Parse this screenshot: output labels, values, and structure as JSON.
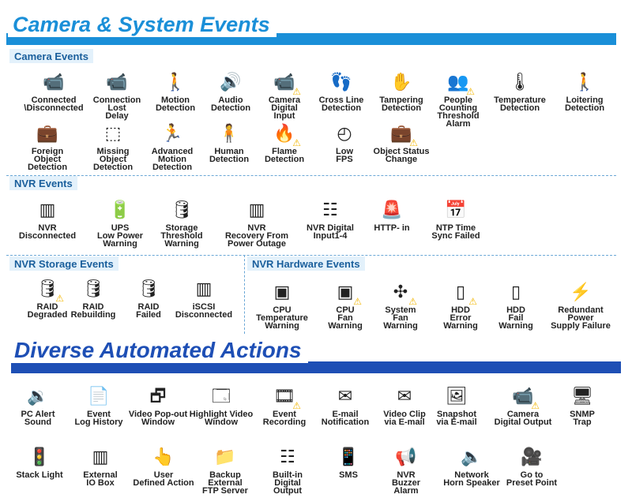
{
  "camera_system": {
    "title": "Camera & System Events",
    "camera_events": {
      "heading": "Camera Events",
      "items": [
        {
          "label": "Connected\n\\Disconnected",
          "icon": "camera-nvr-icon"
        },
        {
          "label": "Connection\nLost\nDelay",
          "icon": "camera-clock-icon"
        },
        {
          "label": "Motion\nDetection",
          "icon": "walking-person-icon"
        },
        {
          "label": "Audio\nDetection",
          "icon": "speaker-icon"
        },
        {
          "label": "Camera\nDigital\nInput",
          "icon": "camera-warning-icon"
        },
        {
          "label": "Cross Line\nDetection",
          "icon": "footprints-icon"
        },
        {
          "label": "Tampering\nDetection",
          "icon": "hand-camera-icon"
        },
        {
          "label": "People\nCounting\nThreshold\nAlarm",
          "icon": "crowd-icon"
        },
        {
          "label": "Temperature\nDetection",
          "icon": "thermometer-icon"
        },
        {
          "label": "Loitering\nDetection",
          "icon": "loitering-icon"
        },
        {
          "label": "Foreign\nObject\nDetection",
          "icon": "briefcase-icon"
        },
        {
          "label": "Missing\nObject\nDetection",
          "icon": "missing-object-icon"
        },
        {
          "label": "Advanced\nMotion\nDetection",
          "icon": "running-person-icon"
        },
        {
          "label": "Human\nDetection",
          "icon": "human-frame-icon"
        },
        {
          "label": "Flame\nDetection",
          "icon": "flame-icon"
        },
        {
          "label": "Low\nFPS",
          "icon": "gauge-icon"
        },
        {
          "label": "Object Status\nChange",
          "icon": "object-tilt-icon"
        }
      ]
    },
    "nvr_events": {
      "heading": "NVR Events",
      "items": [
        {
          "label": "NVR\nDisconnected",
          "icon": "nvr-error-icon"
        },
        {
          "label": "UPS\nLow Power\nWarning",
          "icon": "battery-icon"
        },
        {
          "label": "Storage\nThreshold\nWarning",
          "icon": "database-icon"
        },
        {
          "label": "NVR\nRecovery From\nPower Outage",
          "icon": "power-nvr-icon"
        },
        {
          "label": "NVR Digital\nInput1-4",
          "icon": "digital-input-icon"
        },
        {
          "label": "HTTP- in",
          "icon": "http-in-icon"
        },
        {
          "label": "NTP Time\nSync Failed",
          "icon": "calendar-clock-icon"
        }
      ]
    },
    "nvr_storage_events": {
      "heading": "NVR Storage Events",
      "items": [
        {
          "label": "RAID\nDegraded",
          "icon": "raid-warning-icon"
        },
        {
          "label": "RAID\nRebuilding",
          "icon": "raid-rebuild-icon"
        },
        {
          "label": "RAID\nFailed",
          "icon": "raid-failed-icon"
        },
        {
          "label": "iSCSI\nDisconnected",
          "icon": "iscsi-icon"
        }
      ]
    },
    "nvr_hardware_events": {
      "heading": "NVR Hardware Events",
      "items": [
        {
          "label": "CPU\nTemperature\nWarning",
          "icon": "cpu-thermo-icon"
        },
        {
          "label": "CPU\nFan\nWarning",
          "icon": "cpu-fan-icon"
        },
        {
          "label": "System\nFan\nWarning",
          "icon": "fan-icon"
        },
        {
          "label": "HDD\nError\nWarning",
          "icon": "hdd-warning-icon"
        },
        {
          "label": "HDD\nFail\nWarning",
          "icon": "hdd-fail-icon"
        },
        {
          "label": "Redundant\nPower\nSupply Failure",
          "icon": "power-supply-icon"
        }
      ]
    }
  },
  "actions": {
    "title": "Diverse Automated Actions",
    "items": [
      {
        "label": "PC Alert\nSound",
        "icon": "speaker-circle-icon"
      },
      {
        "label": "Event\nLog History",
        "icon": "log-file-icon"
      },
      {
        "label": "Video Pop-out\nWindow",
        "icon": "popout-window-icon"
      },
      {
        "label": "Highlight Video\nWindow",
        "icon": "window-icon"
      },
      {
        "label": "Event\nRecording",
        "icon": "film-warning-icon"
      },
      {
        "label": "E-mail\nNotification",
        "icon": "envelope-at-icon"
      },
      {
        "label": "Video Clip\nvia E-mail",
        "icon": "video-envelope-icon"
      },
      {
        "label": "Snapshot\nvia E-mail",
        "icon": "image-envelope-icon"
      },
      {
        "label": "Camera\nDigital Output",
        "icon": "camera-output-icon"
      },
      {
        "label": "SNMP\nTrap",
        "icon": "snmp-server-icon"
      },
      {
        "label": "Stack Light",
        "icon": "stack-light-icon"
      },
      {
        "label": "External\nIO Box",
        "icon": "io-box-icon"
      },
      {
        "label": "User\nDefined Action",
        "icon": "http-out-hand-icon"
      },
      {
        "label": "Backup\nExternal\nFTP Server",
        "icon": "ftp-folder-icon"
      },
      {
        "label": "Built-in\nDigital\nOutput",
        "icon": "digital-output-icon"
      },
      {
        "label": "SMS",
        "icon": "phone-sms-icon"
      },
      {
        "label": "NVR\nBuzzer\nAlarm",
        "icon": "buzzer-icon"
      },
      {
        "label": "Network\nHorn Speaker",
        "icon": "horn-speaker-icon"
      },
      {
        "label": "Go to\nPreset Point",
        "icon": "ptz-preset-icon"
      }
    ]
  },
  "colors": {
    "accent": "#1a8fd8",
    "dark_accent": "#1e4fb5",
    "section_bg": "#e3f1fb",
    "warning": "#f2b705"
  }
}
